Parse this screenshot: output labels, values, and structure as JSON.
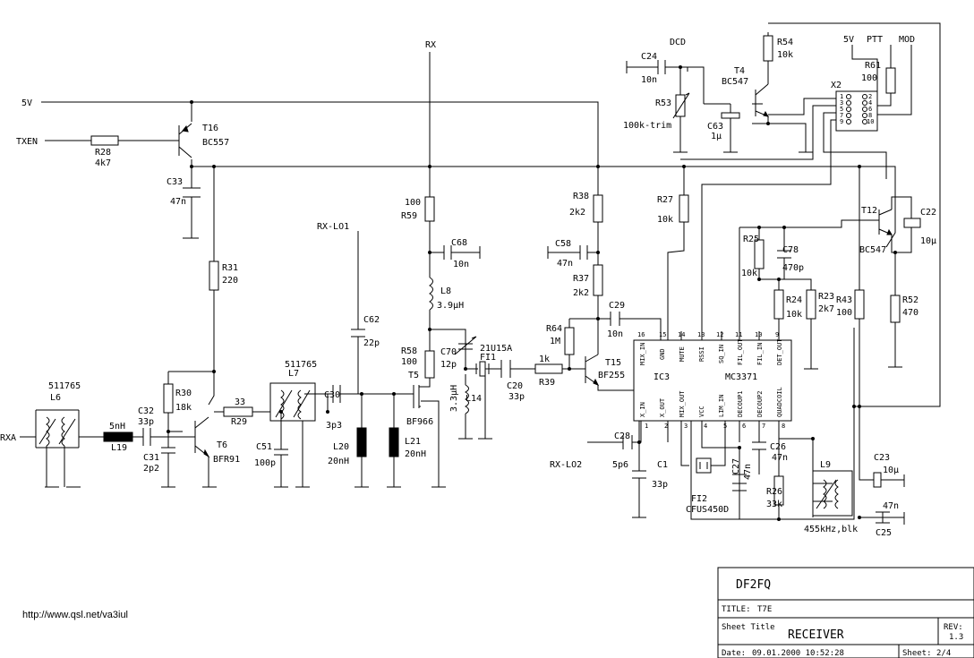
{
  "nets": {
    "rx": "RX",
    "v5_left": "5V",
    "txen": "TXEN",
    "rxa": "RXA",
    "rx_lo1": "RX-LO1",
    "rx_lo2": "RX-LO2",
    "dcd": "DCD",
    "v5_right": "5V",
    "ptt": "PTT",
    "mod": "MOD"
  },
  "parts": {
    "t16": {
      "ref": "T16",
      "val": "BC557"
    },
    "r28": {
      "ref": "R28",
      "val": "4k7"
    },
    "c33": {
      "ref": "C33",
      "val": "47n"
    },
    "r31": {
      "ref": "R31",
      "val": "220"
    },
    "r30": {
      "ref": "R30",
      "val": "18k"
    },
    "t6": {
      "ref": "T6",
      "val": "BFR91"
    },
    "l6": {
      "ref": "L6",
      "val": "511765"
    },
    "l7": {
      "ref": "L7",
      "val": "511765"
    },
    "l19": {
      "ref": "L19",
      "val": "5nH"
    },
    "c32": {
      "ref": "C32",
      "val": "33p"
    },
    "c31": {
      "ref": "C31",
      "val": "2p2"
    },
    "r29": {
      "ref": "R29",
      "val": "33"
    },
    "c51": {
      "ref": "C51",
      "val": "100p"
    },
    "c30": {
      "ref": "C30",
      "val": "3p3"
    },
    "c62": {
      "ref": "C62",
      "val": "22p"
    },
    "l20": {
      "ref": "L20",
      "val": "20nH"
    },
    "l21": {
      "ref": "L21",
      "val": "20nH"
    },
    "t5": {
      "ref": "T5",
      "val": "BF966"
    },
    "r59": {
      "ref": "R59",
      "val": "100"
    },
    "c68": {
      "ref": "C68",
      "val": "10n"
    },
    "l8": {
      "ref": "L8",
      "val": "3.9µH"
    },
    "r58": {
      "ref": "R58",
      "val": "100"
    },
    "c70": {
      "ref": "C70",
      "val": "12p"
    },
    "l14": {
      "ref": "L14",
      "val": "3.3µH"
    },
    "fi1": {
      "ref": "FI1",
      "val": "21U15A"
    },
    "c20": {
      "ref": "C20",
      "val": "33p"
    },
    "r39": {
      "ref": "R39",
      "val": "1k"
    },
    "r64": {
      "ref": "R64",
      "val": "1M"
    },
    "t15": {
      "ref": "T15",
      "val": "BF255"
    },
    "c29": {
      "ref": "C29",
      "val": "10n"
    },
    "r38": {
      "ref": "R38",
      "val": "2k2"
    },
    "c58": {
      "ref": "C58",
      "val": "47n"
    },
    "r37": {
      "ref": "R37",
      "val": "2k2"
    },
    "c28": {
      "ref": "C28",
      "val": "5p6"
    },
    "c1": {
      "ref": "C1",
      "val": "33p"
    },
    "c24": {
      "ref": "C24",
      "val": "10n"
    },
    "r53": {
      "ref": "R53",
      "val": "100k-trim"
    },
    "c63": {
      "ref": "C63",
      "val": "1µ"
    },
    "t4": {
      "ref": "T4",
      "val": "BC547"
    },
    "r54": {
      "ref": "R54",
      "val": "10k"
    },
    "r61": {
      "ref": "R61",
      "val": "100"
    },
    "x2": {
      "ref": "X2"
    },
    "r27": {
      "ref": "R27",
      "val": "10k"
    },
    "r25": {
      "ref": "R25",
      "val": "10k"
    },
    "c78": {
      "ref": "C78",
      "val": "470p"
    },
    "r24": {
      "ref": "R24",
      "val": "10k"
    },
    "r23": {
      "ref": "R23",
      "val": "2k7"
    },
    "r43": {
      "ref": "R43",
      "val": "100"
    },
    "r52": {
      "ref": "R52",
      "val": "470"
    },
    "t12": {
      "ref": "T12",
      "val": "BC547"
    },
    "c22": {
      "ref": "C22",
      "val": "10µ"
    },
    "c27": {
      "ref": "C27",
      "val": "47n"
    },
    "c26": {
      "ref": "C26",
      "val": "47n"
    },
    "fi2": {
      "ref": "FI2",
      "val": "CFUS450D"
    },
    "r26": {
      "ref": "R26",
      "val": "33k"
    },
    "l9": {
      "ref": "L9",
      "val": "455kHz,blk"
    },
    "c23": {
      "ref": "C23",
      "val": "10µ"
    },
    "c25": {
      "ref": "C25",
      "val": "47n"
    }
  },
  "ic3": {
    "ref": "IC3",
    "val": "MC3371",
    "top_pins": [
      {
        "num": "16",
        "name": "MIX_IN"
      },
      {
        "num": "15",
        "name": "GND"
      },
      {
        "num": "14",
        "name": "MUTE"
      },
      {
        "num": "13",
        "name": "RSSI"
      },
      {
        "num": "12",
        "name": "SQ_IN"
      },
      {
        "num": "11",
        "name": "FIL_OUT"
      },
      {
        "num": "10",
        "name": "FIL_IN"
      },
      {
        "num": "9",
        "name": "DET_OUT"
      }
    ],
    "bottom_pins": [
      {
        "num": "1",
        "name": "X_IN"
      },
      {
        "num": "2",
        "name": "X_OUT"
      },
      {
        "num": "3",
        "name": "MIX_OUT"
      },
      {
        "num": "4",
        "name": "VCC"
      },
      {
        "num": "5",
        "name": "LIM_IN"
      },
      {
        "num": "6",
        "name": "DECOUP1"
      },
      {
        "num": "7",
        "name": "DECOUP2"
      },
      {
        "num": "8",
        "name": "QUADCOIL"
      }
    ]
  },
  "x2_pins": [
    "1",
    "2",
    "3",
    "4",
    "5",
    "6",
    "7",
    "8",
    "9",
    "10"
  ],
  "title_block": {
    "author": "DF2FQ",
    "title_label": "TITLE:",
    "title": "T7E",
    "sheet_title_label": "Sheet Title",
    "sheet_title": "RECEIVER",
    "rev_label": "REV:",
    "rev": "1.3",
    "date_label": "Date:",
    "date": "09.01.2000 10:52:28",
    "sheet_label": "Sheet:",
    "sheet": "2/4"
  },
  "url": "http://www.qsl.net/va3iul"
}
